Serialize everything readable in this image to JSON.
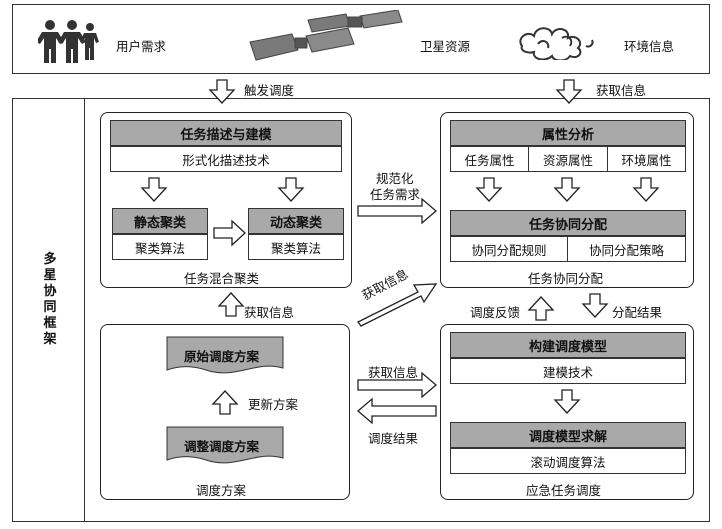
{
  "top": {
    "user_needs": "用户需求",
    "satellite_resources": "卫星资源",
    "env_info": "环境信息"
  },
  "top_arrows": {
    "trigger_scheduling": "触发调度",
    "get_info": "获取信息"
  },
  "framework_label": "多星协同框架",
  "task_clustering": {
    "header": "任务描述与建模",
    "formal_tech": "形式化描述技术",
    "static_cluster": "静态聚类",
    "static_algo": "聚类算法",
    "dynamic_cluster": "动态聚类",
    "dynamic_algo": "聚类算法",
    "caption": "任务混合聚类"
  },
  "task_collab": {
    "header": "属性分析",
    "attr_task": "任务属性",
    "attr_resource": "资源属性",
    "attr_env": "环境属性",
    "alloc_header": "任务协同分配",
    "alloc_rules": "协同分配规则",
    "alloc_strategy": "协同分配策略",
    "caption": "任务协同分配"
  },
  "middle_arrows": {
    "normalize_line1": "规范化",
    "normalize_line2": "任务需求",
    "get_info_diag": "获取信息",
    "get_info_left": "获取信息",
    "schedule_feedback": "调度反馈",
    "alloc_result": "分配结果"
  },
  "schedule_plan": {
    "original": "原始调度方案",
    "update": "更新方案",
    "adjusted": "调整调度方案",
    "caption": "调度方案"
  },
  "bottom_arrows": {
    "get_info": "获取信息",
    "schedule_result": "调度结果"
  },
  "emergency": {
    "model_header": "构建调度模型",
    "model_tech": "建模技术",
    "solve_header": "调度模型求解",
    "rolling_algo": "滚动调度算法",
    "caption": "应急任务调度"
  }
}
